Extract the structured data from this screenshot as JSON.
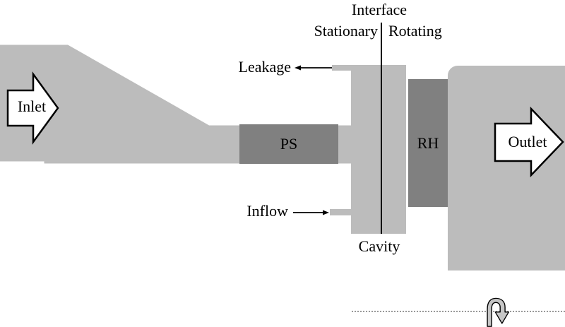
{
  "labels": {
    "interface": "Interface",
    "stationary": "Stationary",
    "rotating": "Rotating",
    "leakage": "Leakage",
    "inflow": "Inflow",
    "cavity": "Cavity",
    "inlet": "Inlet",
    "outlet": "Outlet",
    "ps": "PS",
    "rh": "RH"
  },
  "colors": {
    "body_light_gray": "#bcbcbc",
    "block_dark_gray": "#808080",
    "outline_black": "#000000",
    "axis_dotted_gray": "#999999",
    "background": "#ffffff"
  },
  "icons": {
    "inlet_arrow": "block-arrow-right",
    "outlet_arrow": "block-arrow-right",
    "leakage_arrow": "thin-arrow-left",
    "inflow_arrow": "thin-arrow-right",
    "rotation": "rotation-loop-arrow",
    "axis": "dotted-centerline"
  }
}
